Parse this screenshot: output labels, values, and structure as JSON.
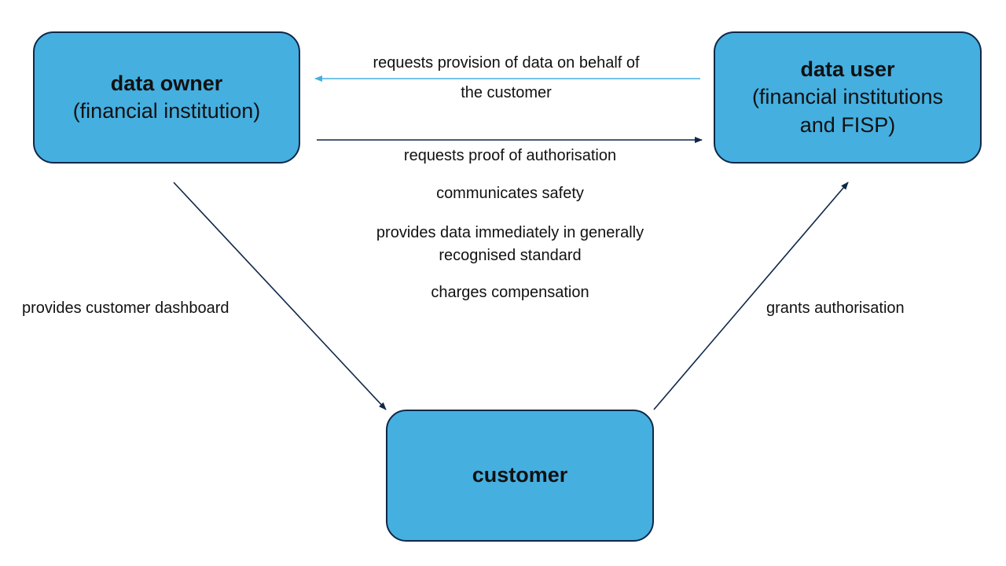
{
  "colors": {
    "node_fill": "#45afe0",
    "node_border": "#0f2747",
    "arrow_dark": "#0f2747",
    "arrow_light": "#45afe0"
  },
  "nodes": {
    "data_owner": {
      "title": "data owner",
      "subtitle": "(financial institution)"
    },
    "data_user": {
      "title": "data user",
      "subtitle_line1": "(financial institutions",
      "subtitle_line2": "and FISP)"
    },
    "customer": {
      "title": "customer"
    }
  },
  "edges": {
    "user_to_owner": {
      "line1": "requests provision of data on behalf of",
      "line2": "the customer"
    },
    "owner_to_user": {
      "proof": "requests proof of authorisation",
      "safety": "communicates safety",
      "data_line1": "provides data immediately in generally",
      "data_line2": "recognised standard",
      "compensation": "charges compensation"
    },
    "owner_to_customer": {
      "label": "provides customer dashboard"
    },
    "customer_to_user": {
      "label": "grants authorisation"
    }
  }
}
